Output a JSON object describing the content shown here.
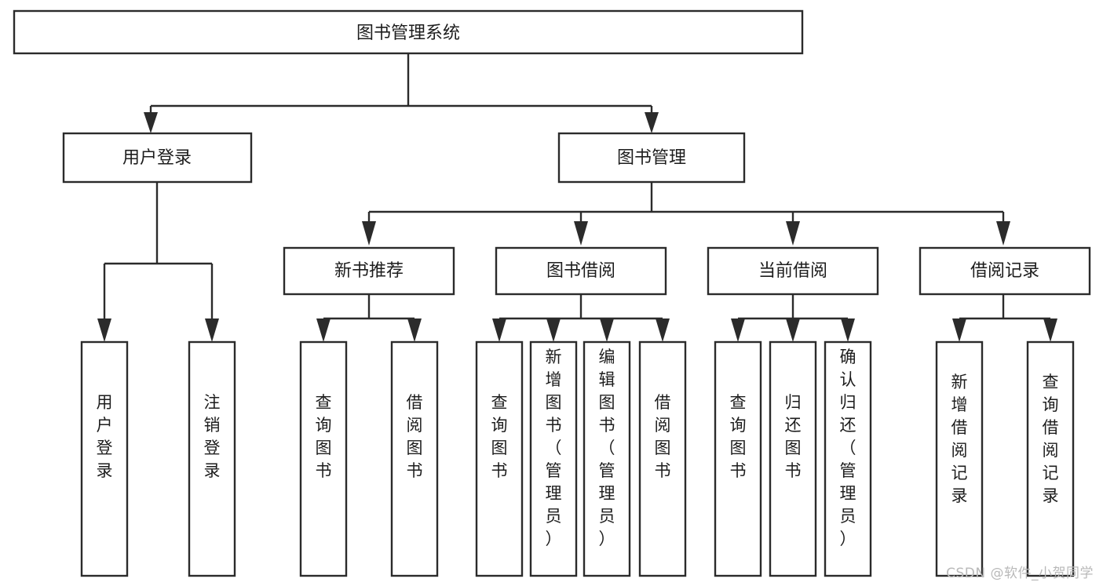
{
  "diagram": {
    "type": "tree",
    "title": "图书管理系统",
    "watermark": "CSDN @软件_小贺同学",
    "colors": {
      "stroke": "#2b2b2b",
      "fill": "#ffffff",
      "text": "#1d1d1d",
      "watermark": "#b9b9b9",
      "background": "#ffffff"
    },
    "root": {
      "label": "图书管理系统"
    },
    "level2": [
      {
        "label": "用户登录"
      },
      {
        "label": "图书管理"
      }
    ],
    "level3": [
      {
        "label": "新书推荐"
      },
      {
        "label": "图书借阅"
      },
      {
        "label": "当前借阅"
      },
      {
        "label": "借阅记录"
      }
    ],
    "leaves": {
      "user_login": [
        {
          "label": "用户登录"
        },
        {
          "label": "注销登录"
        }
      ],
      "new_book_recommend": [
        {
          "label": "查询图书"
        },
        {
          "label": "借阅图书"
        }
      ],
      "book_borrow": [
        {
          "label": "查询图书"
        },
        {
          "label": "新增图书（管理员）"
        },
        {
          "label": "编辑图书（管理员）"
        },
        {
          "label": "借阅图书"
        }
      ],
      "current_borrow": [
        {
          "label": "查询图书"
        },
        {
          "label": "归还图书"
        },
        {
          "label": "确认归还（管理员）"
        }
      ],
      "borrow_record": [
        {
          "label": "新增借阅记录"
        },
        {
          "label": "查询借阅记录"
        }
      ]
    }
  }
}
